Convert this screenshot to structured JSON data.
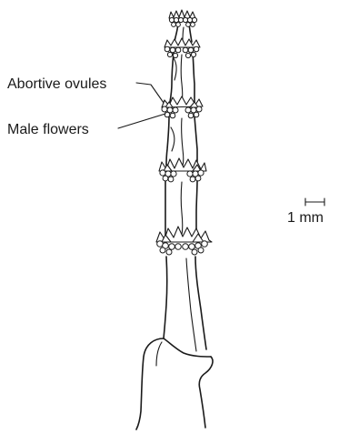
{
  "labels": {
    "abortive_ovules": "Abortive ovules",
    "male_flowers": "Male flowers"
  },
  "scale_bar": {
    "label": "1 mm"
  },
  "colors": {
    "ink": "#1a1a1a",
    "background": "#ffffff"
  }
}
